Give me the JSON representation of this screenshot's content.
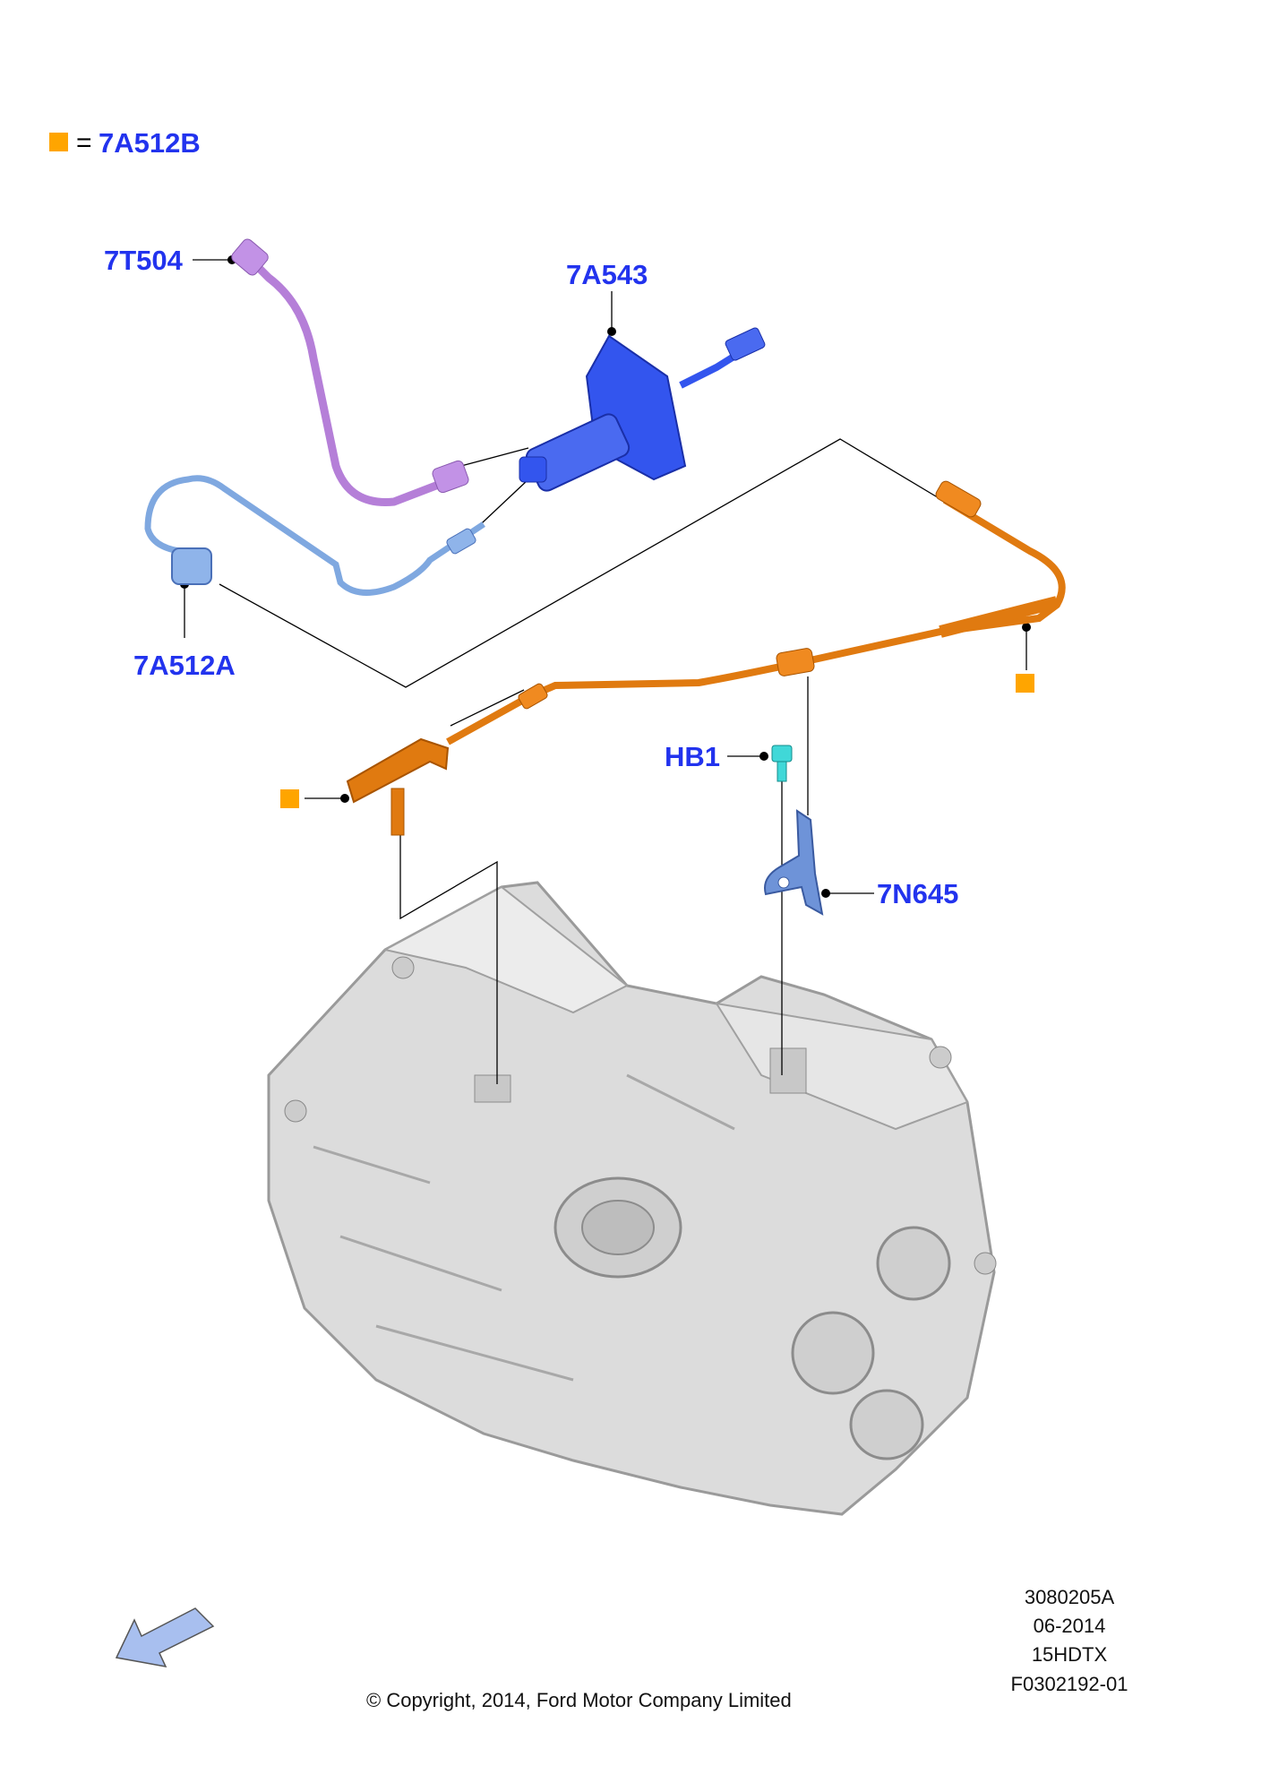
{
  "legend": {
    "symbol_color": "#FFA500",
    "equals": "=",
    "part": "7A512B"
  },
  "callouts": {
    "c7T504": "7T504",
    "c7A543": "7A543",
    "c7A512A": "7A512A",
    "cHB1": "HB1",
    "c7N645": "7N645"
  },
  "colors": {
    "label": "#2233EE",
    "orange_marker": "#FFA500",
    "hose_purple": "#B57FD8",
    "tube_blue": "#7FA8E0",
    "cylinder_blue": "#3355EE",
    "hose_orange": "#E07A10",
    "bolt_cyan": "#40D8D8",
    "bracket_blue": "#6E93D8",
    "housing_gray": "#D8D8D8"
  },
  "footer": {
    "codes": [
      "3080205A",
      "06-2014",
      "15HDTX",
      "F0302192-01"
    ],
    "copyright": "© Copyright, 2014, Ford Motor Company Limited"
  },
  "icons": {
    "direction": "direction-arrow-icon"
  }
}
